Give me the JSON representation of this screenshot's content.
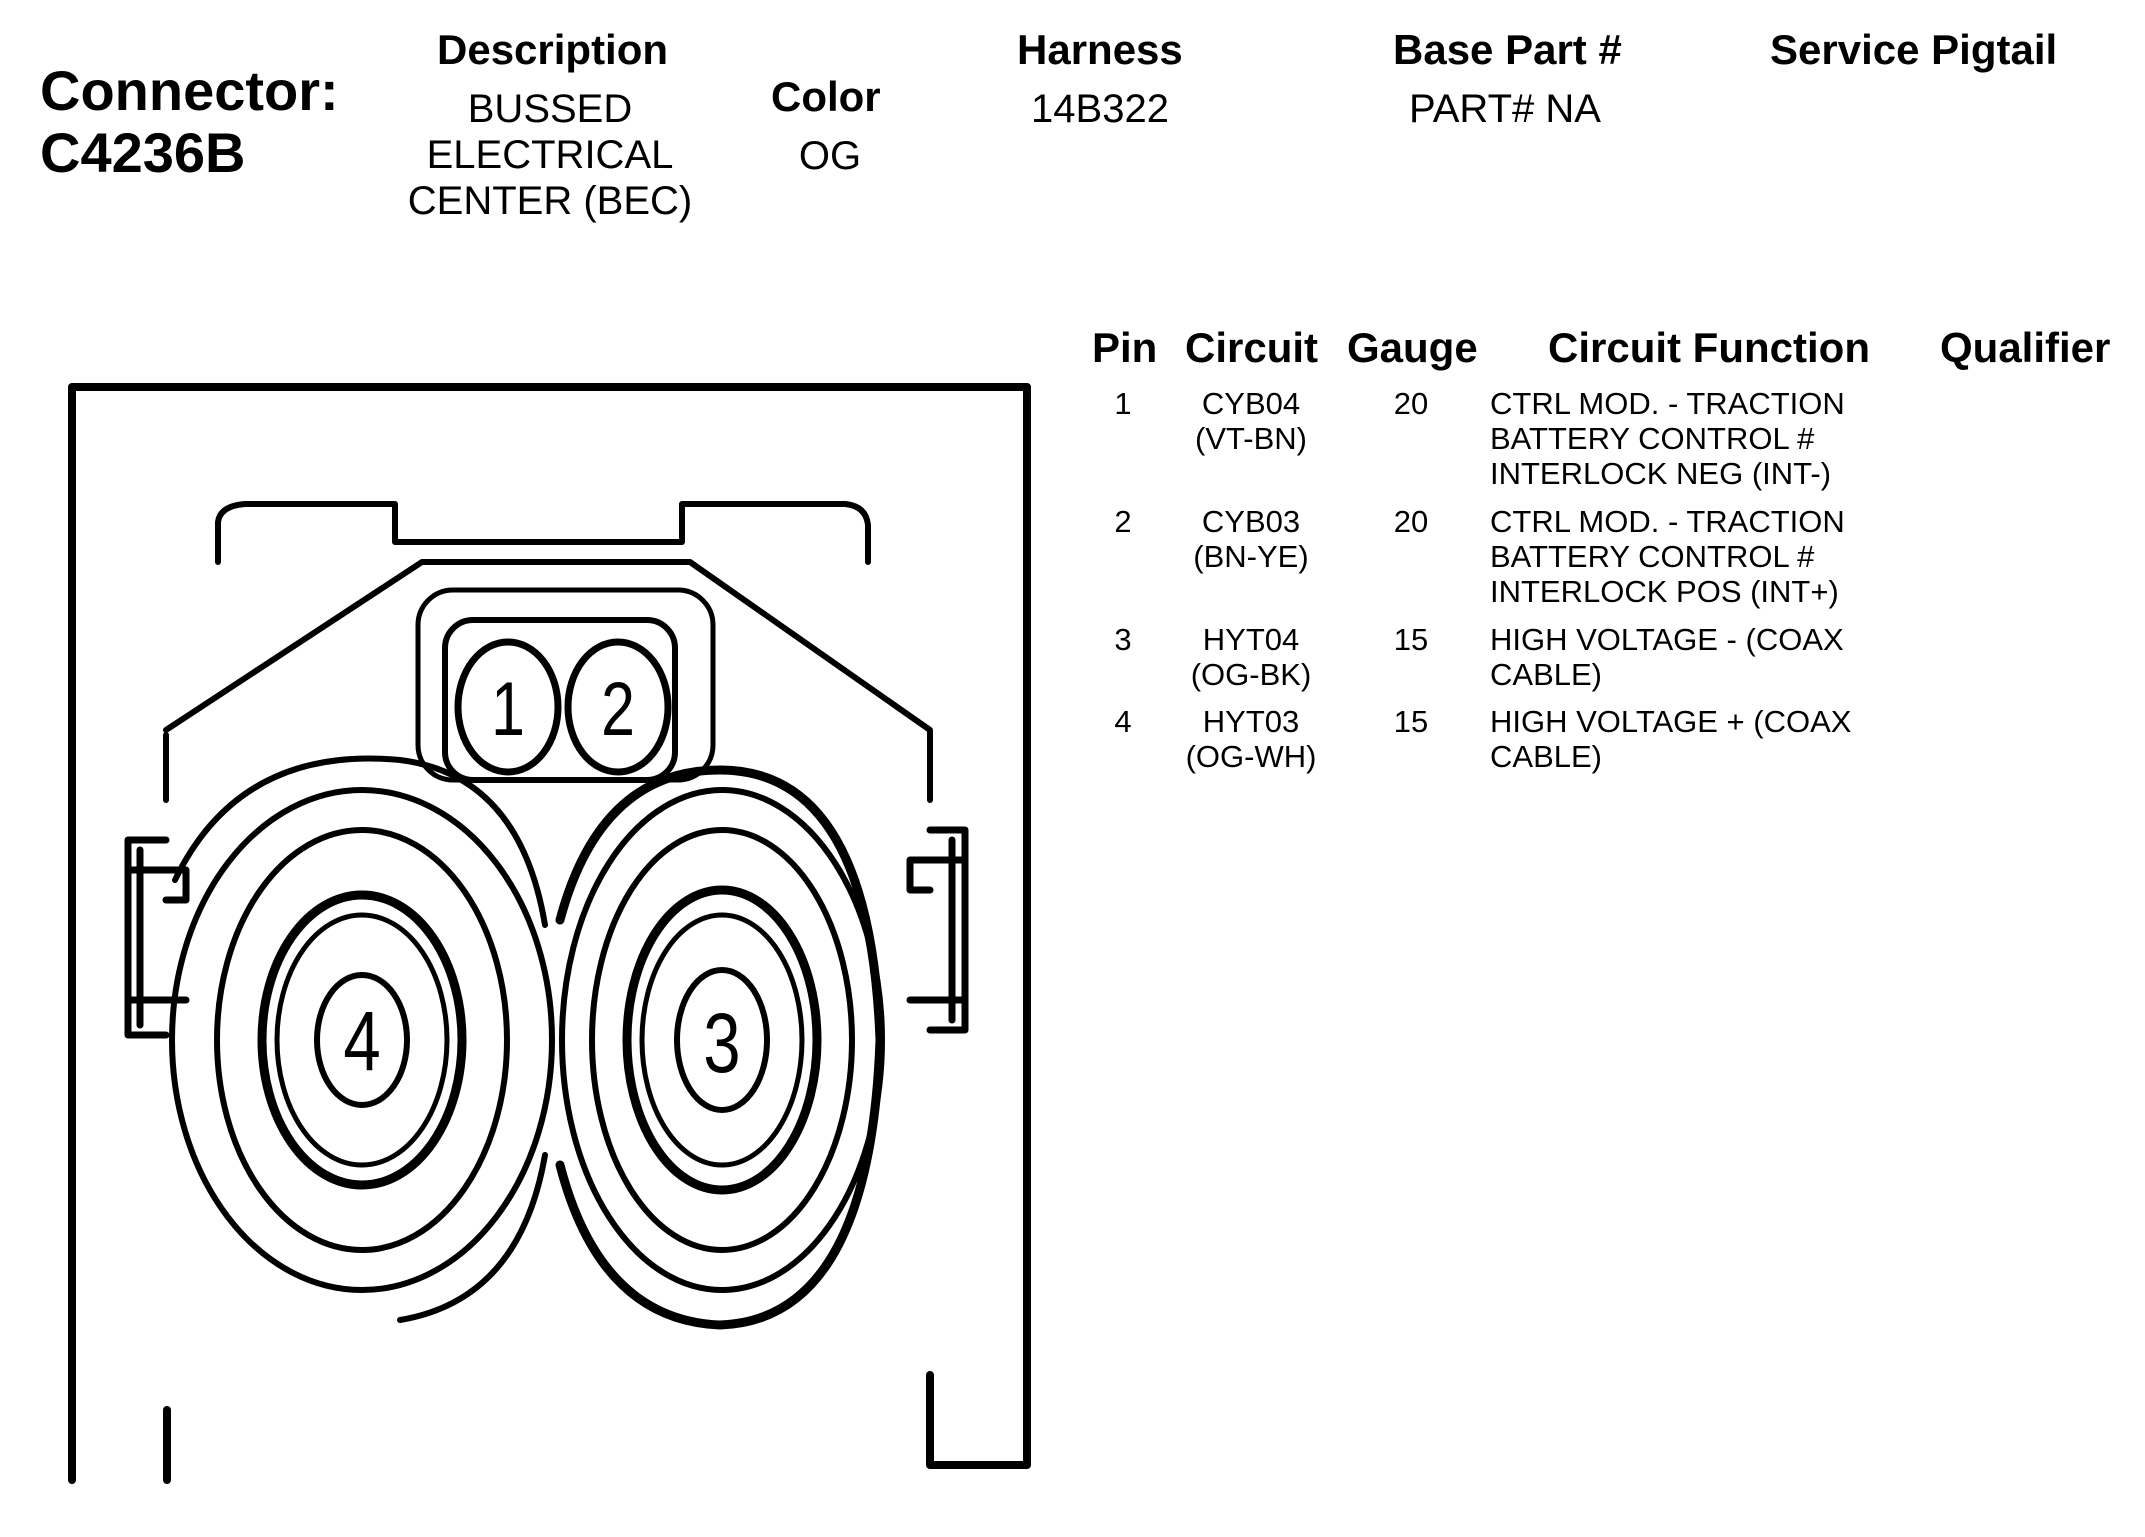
{
  "connector": {
    "label": "Connector:",
    "id": "C4236B"
  },
  "description": {
    "header": "Description",
    "lines": [
      "BUSSED",
      "ELECTRICAL",
      "CENTER (BEC)"
    ]
  },
  "color": {
    "header": "Color",
    "value": "OG"
  },
  "harness": {
    "header": "Harness",
    "value": "14B322"
  },
  "base_part": {
    "header": "Base Part #",
    "value": "PART# NA"
  },
  "service_pigtail": {
    "header": "Service Pigtail",
    "value": ""
  },
  "table": {
    "headers": {
      "pin": "Pin",
      "circuit": "Circuit",
      "gauge": "Gauge",
      "function": "Circuit Function",
      "qualifier": "Qualifier"
    },
    "rows": [
      {
        "pin": "1",
        "circuit": [
          "CYB04",
          "(VT-BN)"
        ],
        "gauge": "20",
        "function": [
          "CTRL MOD. - TRACTION",
          "BATTERY CONTROL #",
          "INTERLOCK NEG (INT-)"
        ],
        "qualifier": ""
      },
      {
        "pin": "2",
        "circuit": [
          "CYB03",
          "(BN-YE)"
        ],
        "gauge": "20",
        "function": [
          "CTRL MOD. - TRACTION",
          "BATTERY CONTROL #",
          "INTERLOCK POS (INT+)"
        ],
        "qualifier": ""
      },
      {
        "pin": "3",
        "circuit": [
          "HYT04",
          "(OG-BK)"
        ],
        "gauge": "15",
        "function": [
          "HIGH VOLTAGE - (COAX",
          "CABLE)"
        ],
        "qualifier": ""
      },
      {
        "pin": "4",
        "circuit": [
          "HYT03",
          "(OG-WH)"
        ],
        "gauge": "15",
        "function": [
          "HIGH VOLTAGE + (COAX",
          "CABLE)"
        ],
        "qualifier": ""
      }
    ]
  },
  "diagram": {
    "pin_labels": [
      "1",
      "2",
      "3",
      "4"
    ]
  }
}
